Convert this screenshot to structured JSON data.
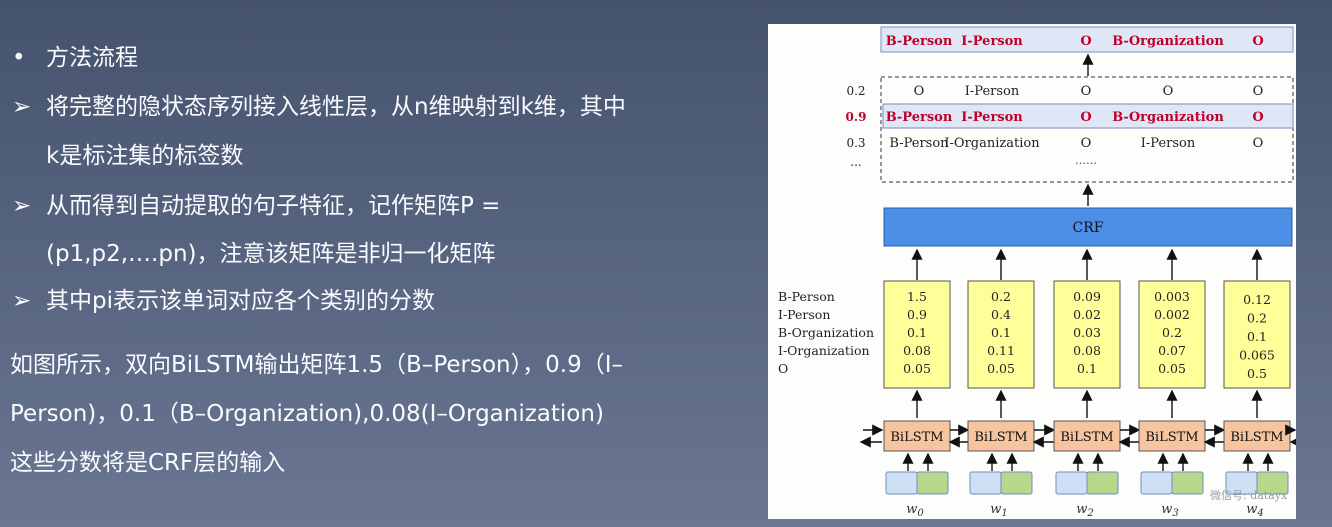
{
  "left_text": {
    "heading_bullet": "•",
    "heading": "方法流程",
    "arrow_bullet": "➢",
    "p1_line1": "将完整的隐状态序列接入线性层，从n维映射到k维，其中",
    "p1_line2": "k是标注集的标签数",
    "p2_line1": "从而得到自动提取的句子特征，记作矩阵P =",
    "p2_line2": "(p1,p2,….pn)，注意该矩阵是非归一化矩阵",
    "p3": "其中pi表示该单词对应各个类别的分数",
    "note_line1": "如图所示，双向BiLSTM输出矩阵1.5（B–Person），0.9（I–",
    "note_line2": "Person)，0.1（B–Organization),0.08(I–Organization)",
    "note_line3": "这些分数将是CRF层的输入"
  },
  "diagram": {
    "top_labels": [
      "B-Person",
      "I-Person",
      "O",
      "B-Organization",
      "O"
    ],
    "candidate_scores": [
      "0.2",
      "0.9",
      "0.3",
      "..."
    ],
    "candidate_rows": [
      [
        "O",
        "I-Person",
        "O",
        "O",
        "O"
      ],
      [
        "B-Person",
        "I-Person",
        "O",
        "B-Organization",
        "O"
      ],
      [
        "B-Person",
        "I-Organization",
        "O",
        "I-Person",
        "O"
      ]
    ],
    "candidate_ellipsis": "……",
    "crf_label": "CRF",
    "row_labels": [
      "B-Person",
      "I-Person",
      "B-Organization",
      "I-Organization",
      "O"
    ],
    "score_columns": [
      [
        "1.5",
        "0.9",
        "0.1",
        "0.08",
        "0.05"
      ],
      [
        "0.2",
        "0.4",
        "0.1",
        "0.11",
        "0.05"
      ],
      [
        "0.09",
        "0.02",
        "0.03",
        "0.08",
        "0.1"
      ],
      [
        "0.003",
        "0.002",
        "0.2",
        "0.07",
        "0.05"
      ],
      [
        "0.12",
        "0.2",
        "0.1",
        "0.065",
        "0.5"
      ]
    ],
    "bilstm_label": "BiLSTM",
    "word_base": "w",
    "word_subs": [
      "0",
      "1",
      "2",
      "3",
      "4"
    ],
    "watermark": "微信号: datayx"
  },
  "colors": {
    "top_bar": "#dfe7f7",
    "highlight_row": "#dfe7f7",
    "crf": "#4d8fe6",
    "score_box": "#ffff99",
    "bilstm": "#f6c49e",
    "embed_left": "#cfe0f5",
    "embed_right": "#b7d78a",
    "label_red": "#c0002a"
  }
}
